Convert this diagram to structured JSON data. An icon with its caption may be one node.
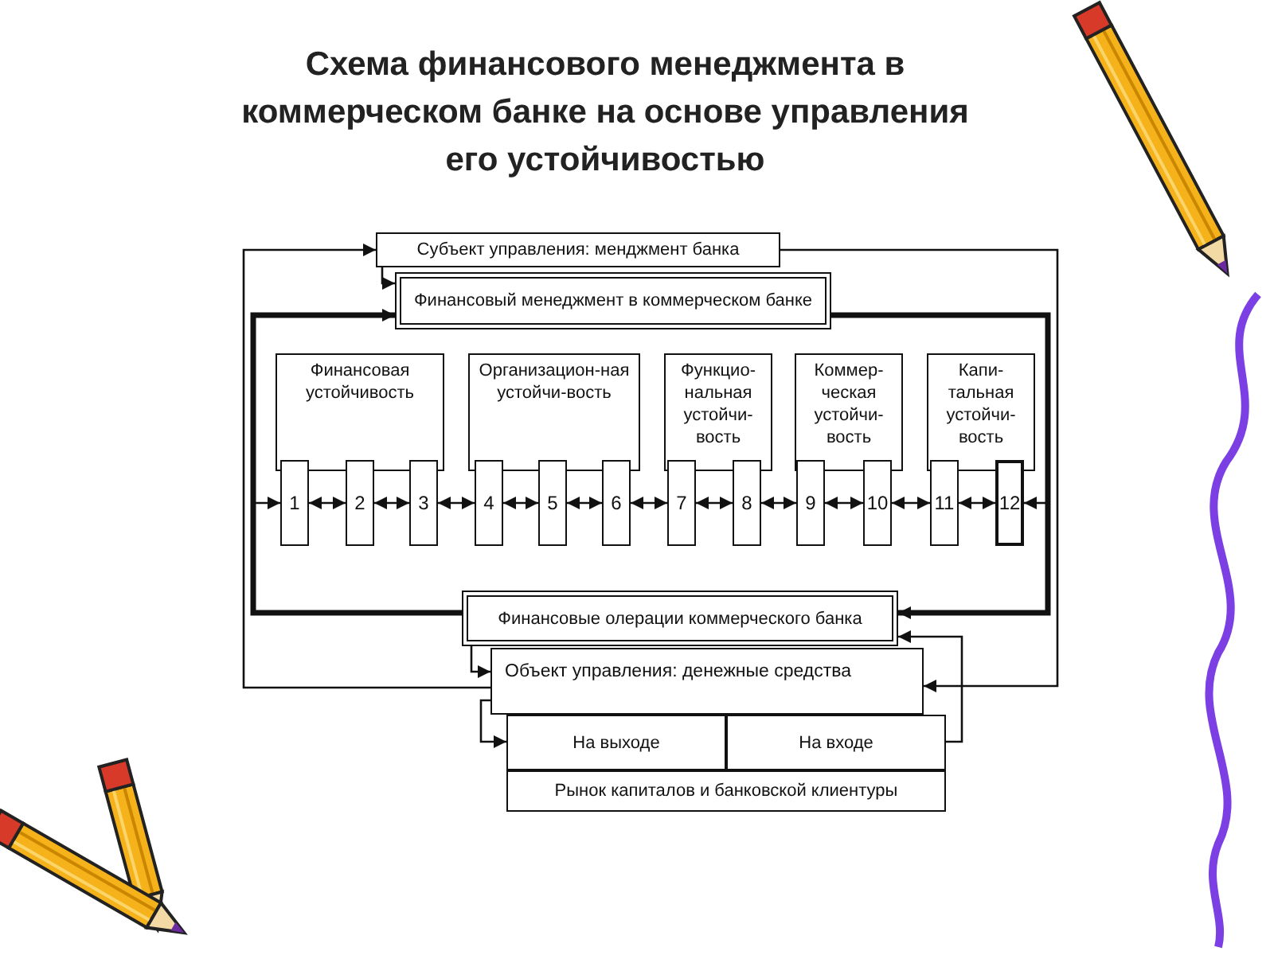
{
  "diagram": {
    "title": "Схема финансового менеджмента в коммерческом банке на основе управления его устойчивостью",
    "nodes": [
      {
        "text": [
          "Субъект управления: менджмент банка"
        ]
      },
      {
        "text": [
          "Финансовый менеджмент в коммерческом банке"
        ]
      },
      {
        "text": [
          "Финансовая устойчивость"
        ]
      },
      {
        "text": [
          "Организацион-ная устойчи-вость"
        ]
      },
      {
        "text": [
          "Функцио-нальная устойчи-вость"
        ]
      },
      {
        "text": [
          "Коммер-ческая устойчи-вость"
        ]
      },
      {
        "text": [
          "Капи-тальная устойчи-вость"
        ]
      },
      {
        "text": [
          "1"
        ]
      },
      {
        "text": [
          "2"
        ]
      },
      {
        "text": [
          "3"
        ]
      },
      {
        "text": [
          "4"
        ]
      },
      {
        "text": [
          "5"
        ]
      },
      {
        "text": [
          "6"
        ]
      },
      {
        "text": [
          "7"
        ]
      },
      {
        "text": [
          "8"
        ]
      },
      {
        "text": [
          "9"
        ]
      },
      {
        "text": [
          "10"
        ]
      },
      {
        "text": [
          "11"
        ]
      },
      {
        "text": [
          "12"
        ]
      },
      {
        "text": [
          "Финансовые олерации коммерческого банка"
        ]
      },
      {
        "text": [
          "Объект управления: денежные средства"
        ]
      },
      {
        "text": [
          "На выходе"
        ]
      },
      {
        "text": [
          "На входе"
        ]
      },
      {
        "text": [
          "Рынок капиталов и банковской клиентуры"
        ]
      }
    ],
    "edges": [
      {
        "from": 0,
        "to": 1,
        "arrow": "to"
      },
      {
        "from": 1,
        "to": 19,
        "arrow": "to",
        "style": "thick"
      },
      {
        "from": 19,
        "to": 1,
        "arrow": "to",
        "style": "thick"
      },
      {
        "from": 20,
        "to": 0,
        "arrow": "to"
      },
      {
        "from": 0,
        "to": 20,
        "arrow": "to"
      },
      {
        "from": 19,
        "to": 20,
        "arrow": "to"
      },
      {
        "from": 20,
        "to": 21,
        "arrow": "to"
      },
      {
        "from": 22,
        "to": 19,
        "arrow": "to"
      },
      {
        "from": null,
        "to": 7,
        "arrow": "to"
      },
      {
        "from": 7,
        "to": 8,
        "arrow": "both"
      },
      {
        "from": 8,
        "to": 9,
        "arrow": "both"
      },
      {
        "from": 9,
        "to": 10,
        "arrow": "both"
      },
      {
        "from": 10,
        "to": 11,
        "arrow": "both"
      },
      {
        "from": 11,
        "to": 12,
        "arrow": "both"
      },
      {
        "from": 12,
        "to": 13,
        "arrow": "both"
      },
      {
        "from": 13,
        "to": 14,
        "arrow": "both"
      },
      {
        "from": 14,
        "to": 15,
        "arrow": "both"
      },
      {
        "from": 15,
        "to": 16,
        "arrow": "both"
      },
      {
        "from": 16,
        "to": 17,
        "arrow": "both"
      },
      {
        "from": 17,
        "to": 18,
        "arrow": "both"
      },
      {
        "from": null,
        "to": 18,
        "arrow": "to"
      }
    ]
  }
}
